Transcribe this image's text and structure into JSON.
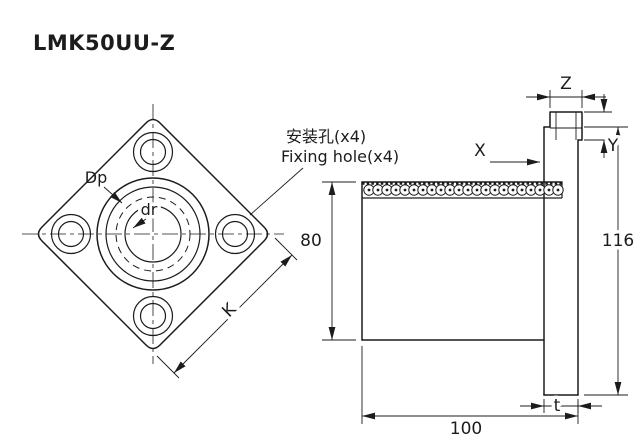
{
  "colors": {
    "ink": "#1c1c1c",
    "background": "#ffffff"
  },
  "title": "LMK50UU-Z",
  "note": {
    "line1": "安装孔(x4)",
    "line2": "Fixing hole(x4)"
  },
  "front_view": {
    "label_dp": "Dp",
    "label_dr": "dr",
    "label_k": "K"
  },
  "side_view": {
    "dim_z": "Z",
    "dim_x": "X",
    "dim_y": "Y",
    "dim_body_height": "80",
    "dim_flange_height": "116",
    "dim_length": "100",
    "dim_flange_thickness": "t"
  }
}
